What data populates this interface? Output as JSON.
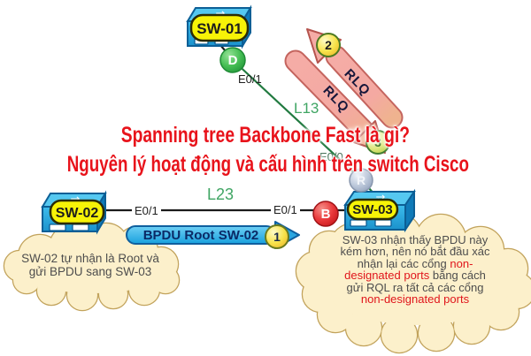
{
  "title": {
    "line1": "Spanning tree Backbone Fast là gì?",
    "line2": "Nguyên lý hoạt động và cấu hình trên switch Cisco"
  },
  "devices": {
    "sw01": "SW-01",
    "sw02": "SW-02",
    "sw03": "SW-03"
  },
  "ports": {
    "sw01_e01": "E0/1",
    "sw03_e00": "E0/0",
    "sw02_e01": "E0/1",
    "sw03_e01": "E0/1"
  },
  "links": {
    "l13": "L13",
    "l23": "L23"
  },
  "roles": {
    "designated": "D",
    "root": "R",
    "blocked": "B"
  },
  "steps": {
    "s1": "1",
    "s2": "2",
    "s3": "3"
  },
  "banner": {
    "text": "BPDU Root SW-02"
  },
  "arrows": {
    "rlq_up": "RLQ",
    "rlq_down": "RLQ"
  },
  "icons": {
    "switch_arrows": "⇄"
  },
  "callouts": {
    "left": {
      "line1": "SW-02 tự nhận là Root và",
      "line2": "gửi BPDU sang SW-03"
    },
    "right": {
      "l1": "SW-03 nhận thấy BPDU này",
      "l2": "kém hơn, nên nó bắt đầu xác",
      "l3a": "nhận lại các cổng ",
      "l3b": "non-",
      "l4a": "designated ports",
      "l4b": " bằng cách",
      "l5": "gửi RQL ra tất cả các cổng",
      "l6": "non-designated ports"
    }
  },
  "colors": {
    "title_red": "#e8131b",
    "cloud_fill": "#fcf0cb",
    "cloud_border": "#c2a35c",
    "banner_blue": "#29abe2",
    "switch_blue": "#29aae1",
    "label_yellow": "#f7f307",
    "link_green": "#3fa563",
    "rlq_pink": "#f4a9a2"
  }
}
